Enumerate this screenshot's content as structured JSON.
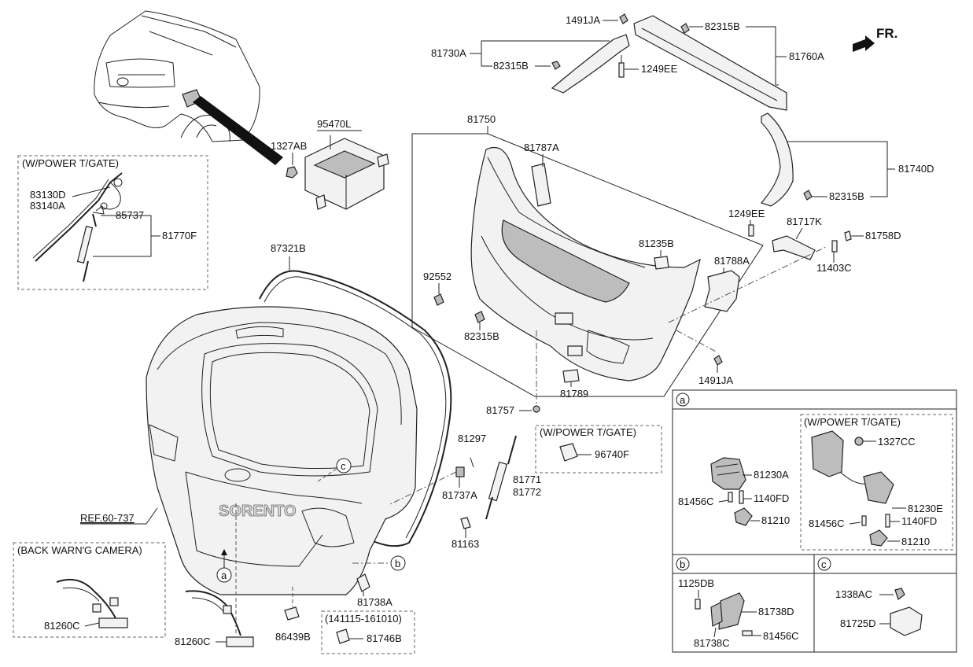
{
  "orientation": "FR.",
  "groups": {
    "power_tgate_left": "(W/POWER T/GATE)",
    "power_tgate_mid": "(W/POWER T/GATE)",
    "power_tgate_box_a": "(W/POWER T/GATE)",
    "back_camera": "(BACK WARN'G CAMERA)",
    "date_range": "(141115-161010)"
  },
  "reference": "REF.60-737",
  "callouts": {
    "a": "a",
    "b": "b",
    "c": "c"
  },
  "parts": {
    "p1491JA_top": "1491JA",
    "p81730A": "81730A",
    "p82315B_a": "82315B",
    "p1249EE_a": "1249EE",
    "p82315B_b": "82315B",
    "p81760A": "81760A",
    "p95470L": "95470L",
    "p1327AB": "1327AB",
    "p81750": "81750",
    "p81787A": "81787A",
    "p81740D": "81740D",
    "p82315B_c": "82315B",
    "p83130D": "83130D",
    "p83140A": "83140A",
    "p85737": "85737",
    "p81770F": "81770F",
    "p1249EE_b": "1249EE",
    "p81717K": "81717K",
    "p81758D": "81758D",
    "p81235B": "81235B",
    "p87321B": "87321B",
    "p81788A": "81788A",
    "p11403C": "11403C",
    "p92552": "92552",
    "p82315B_d": "82315B",
    "p81789": "81789",
    "p1491JA_bot": "1491JA",
    "p81757": "81757",
    "p81297": "81297",
    "p96740F": "96740F",
    "p81737A": "81737A",
    "p81771": "81771",
    "p81772": "81772",
    "p81163": "81163",
    "p81230A": "81230A",
    "p1327CC": "1327CC",
    "p81456C_a": "81456C",
    "p1140FD_a": "1140FD",
    "p81210_a": "81210",
    "p81230E": "81230E",
    "p81456C_b": "81456C",
    "p1140FD_b": "1140FD",
    "p81210_b": "81210",
    "p1125DB": "1125DB",
    "p81738D": "81738D",
    "p81738C": "81738C",
    "p81456C_c": "81456C",
    "p1338AC": "1338AC",
    "p81725D": "81725D",
    "p81260C_a": "81260C",
    "p81260C_b": "81260C",
    "p86439B": "86439B",
    "p81738A": "81738A",
    "p81746B": "81746B"
  }
}
